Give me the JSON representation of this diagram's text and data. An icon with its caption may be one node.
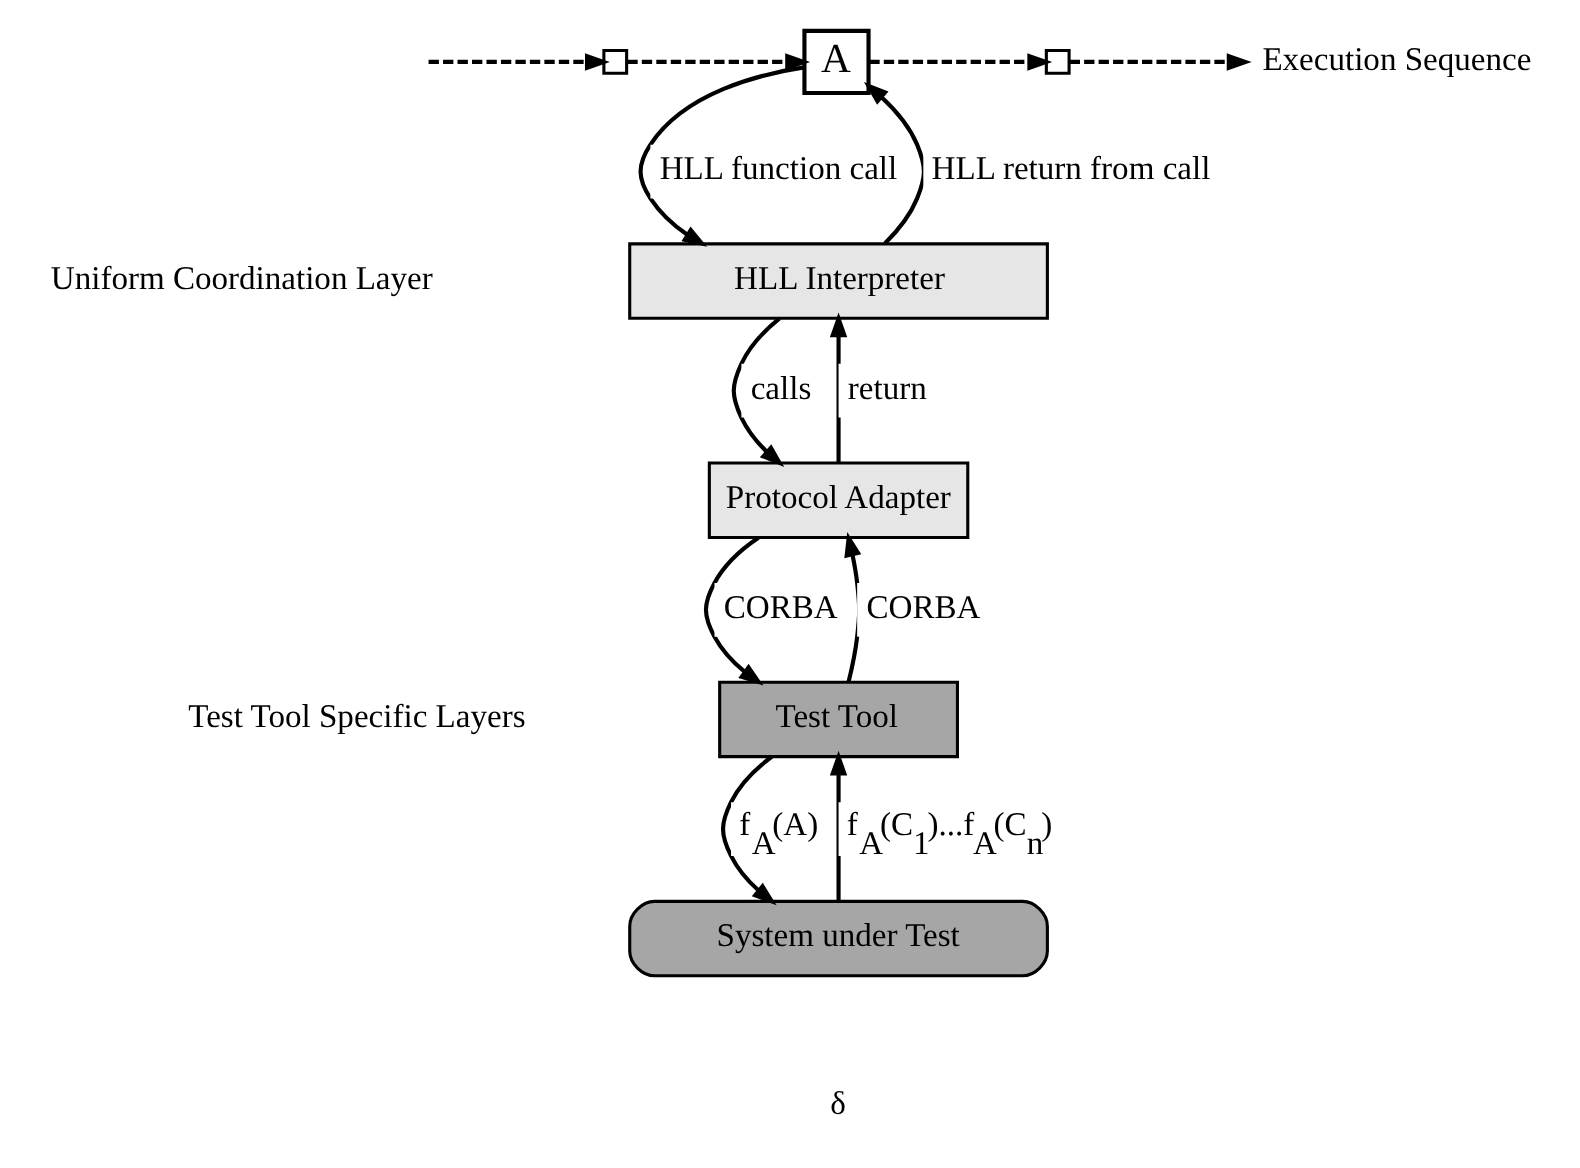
{
  "diagram": {
    "nodes": [
      {
        "text": [],
        "shape": "box"
      },
      {
        "text": [
          "A"
        ]
      },
      {
        "text": [],
        "shape": "box"
      },
      {
        "text": [
          "HLL Interpreter"
        ]
      },
      {
        "text": [
          "Protocol Adapter"
        ]
      },
      {
        "text": [
          "Test Tool"
        ]
      },
      {
        "text": [
          "System under Test"
        ]
      },
      {
        "text": [
          "Execution Sequence"
        ]
      }
    ],
    "edges": [
      {
        "from": null,
        "to": 0,
        "arrow": "to",
        "style": "dashed"
      },
      {
        "from": 0,
        "to": 1,
        "arrow": "to",
        "style": "dashed"
      },
      {
        "from": 1,
        "to": 2,
        "arrow": "to",
        "style": "dashed"
      },
      {
        "from": 2,
        "to": 7,
        "arrow": "to",
        "style": "dashed"
      },
      {
        "from": 1,
        "to": 3,
        "arrow": "to",
        "label": "HLL function call"
      },
      {
        "from": 3,
        "to": 1,
        "arrow": "to",
        "label": "HLL return from call"
      },
      {
        "from": 3,
        "to": 4,
        "arrow": "to",
        "label": "calls"
      },
      {
        "from": 4,
        "to": 3,
        "arrow": "to",
        "label": "return"
      },
      {
        "from": 4,
        "to": 5,
        "arrow": "to",
        "label": "CORBA"
      },
      {
        "from": 5,
        "to": 4,
        "arrow": "to",
        "label": "CORBA"
      },
      {
        "from": 5,
        "to": 6,
        "arrow": "to",
        "label": "f$_{A}$(A)"
      },
      {
        "from": 6,
        "to": 5,
        "arrow": "to",
        "label": "f$_{A}$(C$_{1}$)...f$_{A}$(C$_{n}$)"
      }
    ],
    "labels": [
      "Uniform Coordination Layer",
      "Test Tool Specific Layers",
      "δ"
    ]
  }
}
